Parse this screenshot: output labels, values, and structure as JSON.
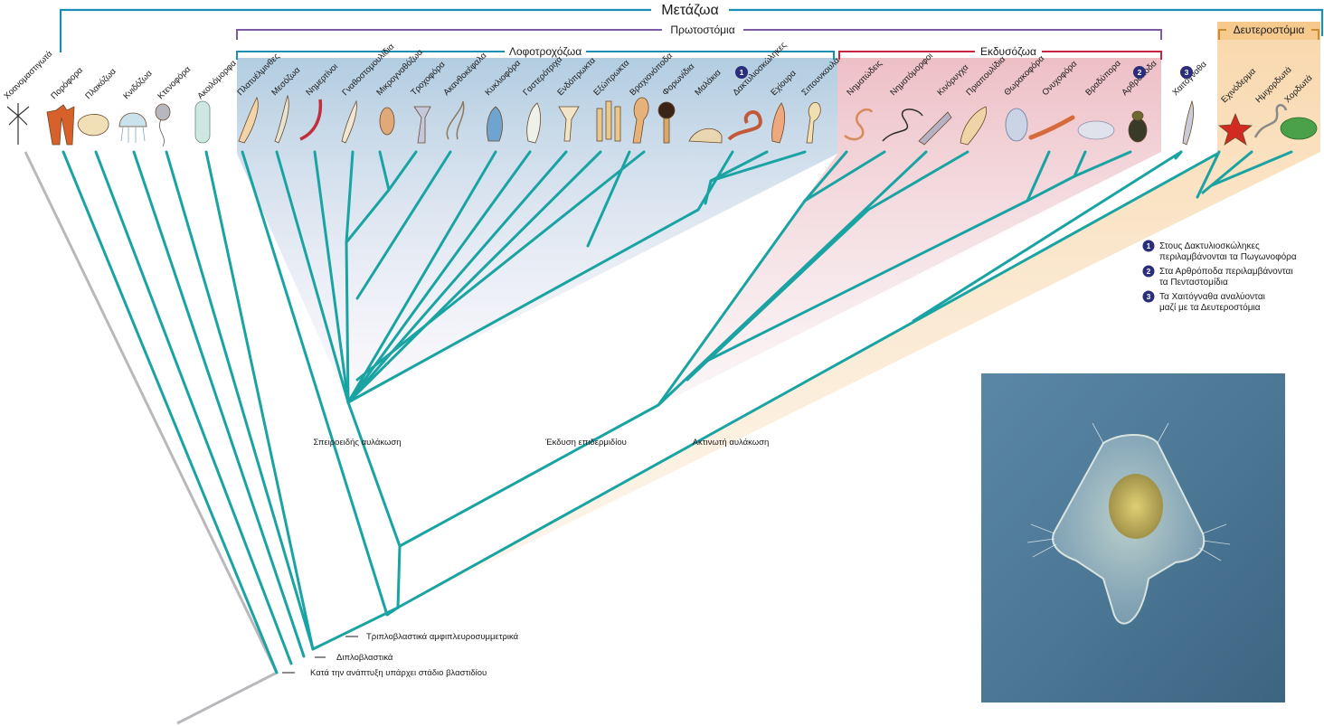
{
  "title": "Μετάζωα",
  "clades": {
    "protostomia": "Πρωτοστόμια",
    "lophotrochozoa": "Λοφοτροχόζωα",
    "ecdysozoa": "Εκδυσόζωα",
    "deuterostomia": "Δευτεροστόμια"
  },
  "taxa": {
    "basal": [
      "Χοανομαστιγωτά",
      "Πορόφορα",
      "Πλακόζωα",
      "Κνιδόζωα",
      "Κτενοφόρα",
      "Ακοιλόμορφα"
    ],
    "lophotrochozoa": [
      "Πλατυέλμινθες",
      "Μεσόζωα",
      "Νημερτίνοι",
      "Γναθοστομουλίδια",
      "Μικρογναθόζωα",
      "Τροχοφόρα",
      "Ακανθοκέφαλα",
      "Κυκλιοφόρα",
      "Γαστερότριχα",
      "Ενδόπρωκτα",
      "Εξώπρωκτα",
      "Βραχιονόποδα",
      "Φορωνίδια",
      "Μαλάκια",
      "Δακτυλιοσκώληκες",
      "Εχίουρα",
      "Σιπουνκουλα"
    ],
    "ecdysozoa": [
      "Νηματώδεις",
      "Νηματόμορφοι",
      "Κινόρυγχα",
      "Πριαπουλίδια",
      "Θωρακοφόρα",
      "Ονυχοφόρα",
      "Βραδύπορα",
      "Αρθρόποδα"
    ],
    "chaetognatha": "Χαιτόγναθα",
    "deuterostomia": [
      "Εχινόδερμα",
      "Ημιχορδωτά",
      "Χορδωτά"
    ]
  },
  "nodes": {
    "spiral": "Σπειροειδής αυλάκωση",
    "molting": "Έκδυση επιδερμιδίου",
    "radial": "Ακτινωτή αυλάκωση",
    "bilateral": "Τριπλοβλαστικά αμφιπλευροσυμμετρικά",
    "diploblastic": "Διπλοβλαστικά",
    "blastula": "Κατά την ανάπτυξη υπάρχει στάδιο βλαστιδίου"
  },
  "notes": [
    {
      "num": "1",
      "text1": "Στους Δακτυλιοσκώληκες",
      "text2": "περιλαμβάνονται τα Πωγωνοφόρα"
    },
    {
      "num": "2",
      "text1": "Στα Αρθρόποδα περιλαμβάνονται",
      "text2": "τα Πενταστομίδια"
    },
    {
      "num": "3",
      "text1": "Τα Χαιτόγναθα αναλύονται",
      "text2": "μαζί με τα Δευτεροστόμια"
    }
  ],
  "colors": {
    "branch": "#1aa3a3",
    "root": "#b9b9bd",
    "metazoa_bracket": "#1b8fb3",
    "protostomia_bracket": "#7b5aa6",
    "ecdysozoa_bracket": "#c8243f",
    "deutero_bracket": "#c98d3a",
    "badge": "#2a2d7a"
  }
}
